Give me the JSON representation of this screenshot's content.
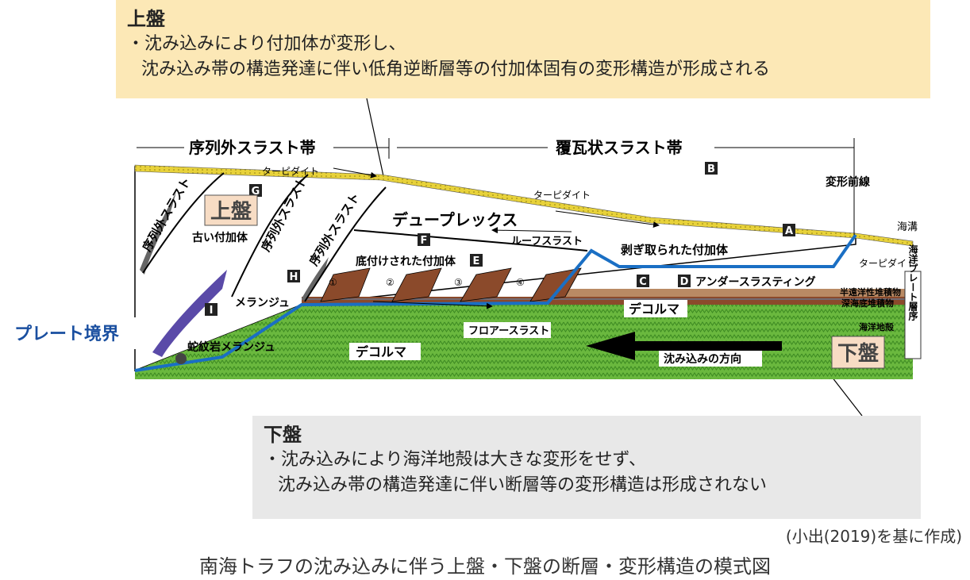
{
  "upper_box": {
    "title": "上盤",
    "line1": "・沈み込みにより付加体が変形し、",
    "line2": "沈み込み帯の構造発達に伴い低角逆断層等の付加体固有の変形構造が形成される"
  },
  "lower_box": {
    "title": "下盤",
    "line1": "・沈み込みにより海洋地殻は大きな変形をせず、",
    "line2": "沈み込み帯の構造発達に伴い断層等の変形構造は形成されない"
  },
  "labels": {
    "out_of_sequence_zone": "序列外スラスト帯",
    "imbricate_zone": "覆瓦状スラスト帯",
    "deformation_front": "変形前線",
    "trench": "海溝",
    "turbidite": "ターピダイト",
    "upper_plate_tag": "上盤",
    "lower_plate_tag": "下盤",
    "old_accretion": "古い付加体",
    "oos_thrust": "序列外スラスト",
    "duplex": "デュープレックス",
    "roof_thrust": "ルーフスラスト",
    "underplated": "底付けされた付加体",
    "offscraped": "剥ぎ取られた付加体",
    "underthrusting": "アンダースラスティング",
    "melange": "メランジュ",
    "serpentinite_melange": "蛇紋岩メランジュ",
    "decollement": "デコルマ",
    "floor_thrust": "フロアースラスト",
    "subduction_direction": "沈み込みの方向",
    "hemipelagic": "半遠洋性堆積物",
    "deep_sea": "深海底堆積物",
    "oceanic_crust": "海洋地殻",
    "oceanic_plate_stratigraphy": "海洋プレート層序",
    "plate_boundary": "プレート境界",
    "marker_A": "A",
    "marker_B": "B",
    "marker_C": "C",
    "marker_D": "D",
    "marker_E": "E",
    "marker_F": "F",
    "marker_G": "G",
    "marker_H": "H",
    "marker_I": "I",
    "c1": "①",
    "c2": "②",
    "c3": "③",
    "c4": "④"
  },
  "colors": {
    "upper_box": "#fce8b6",
    "lower_box": "#e8e8e8",
    "plate_boundary": "#1a6fc4",
    "oceanic_crust": "#6ab83e",
    "turbidite": "#e8d23a",
    "melange": "#5a4aa8",
    "sediment": "#8b4a2b",
    "plate_label_bg": "#f7dcc4"
  },
  "source_note": "(小出(2019)を基に作成)",
  "caption": "南海トラフの沈み込みに伴う上盤・下盤の断層・変形構造の模式図"
}
